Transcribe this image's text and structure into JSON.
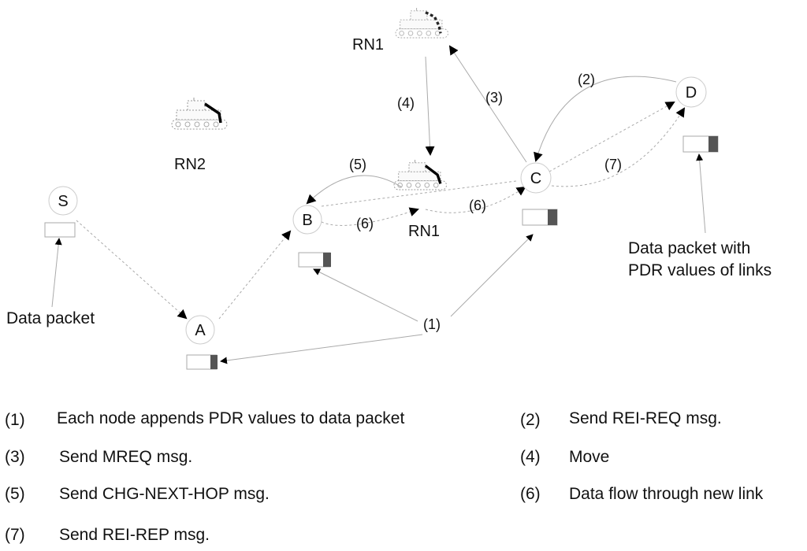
{
  "nodes": {
    "S": "S",
    "A": "A",
    "B": "B",
    "C": "C",
    "D": "D"
  },
  "robots": {
    "rn1_top": "RN1",
    "rn2": "RN2",
    "rn1_bottom": "RN1"
  },
  "steps": {
    "s1": "(1)",
    "s2": "(2)",
    "s3": "(3)",
    "s4": "(4)",
    "s5": "(5)",
    "s6a": "(6)",
    "s6b": "(6)",
    "s7": "(7)"
  },
  "annotations": {
    "data_packet": "Data packet",
    "data_packet_pdr_line1": "Data packet with",
    "data_packet_pdr_line2": "PDR values of links"
  },
  "legend": [
    {
      "num": "(1)",
      "text": "Each node appends PDR values to data packet"
    },
    {
      "num": "(2)",
      "text": "Send REI-REQ msg."
    },
    {
      "num": "(3)",
      "text": "Send MREQ msg."
    },
    {
      "num": "(4)",
      "text": "Move"
    },
    {
      "num": "(5)",
      "text": "Send CHG-NEXT-HOP msg."
    },
    {
      "num": "(6)",
      "text": "Data flow through new link"
    },
    {
      "num": "(7)",
      "text": "Send REI-REP msg."
    }
  ]
}
